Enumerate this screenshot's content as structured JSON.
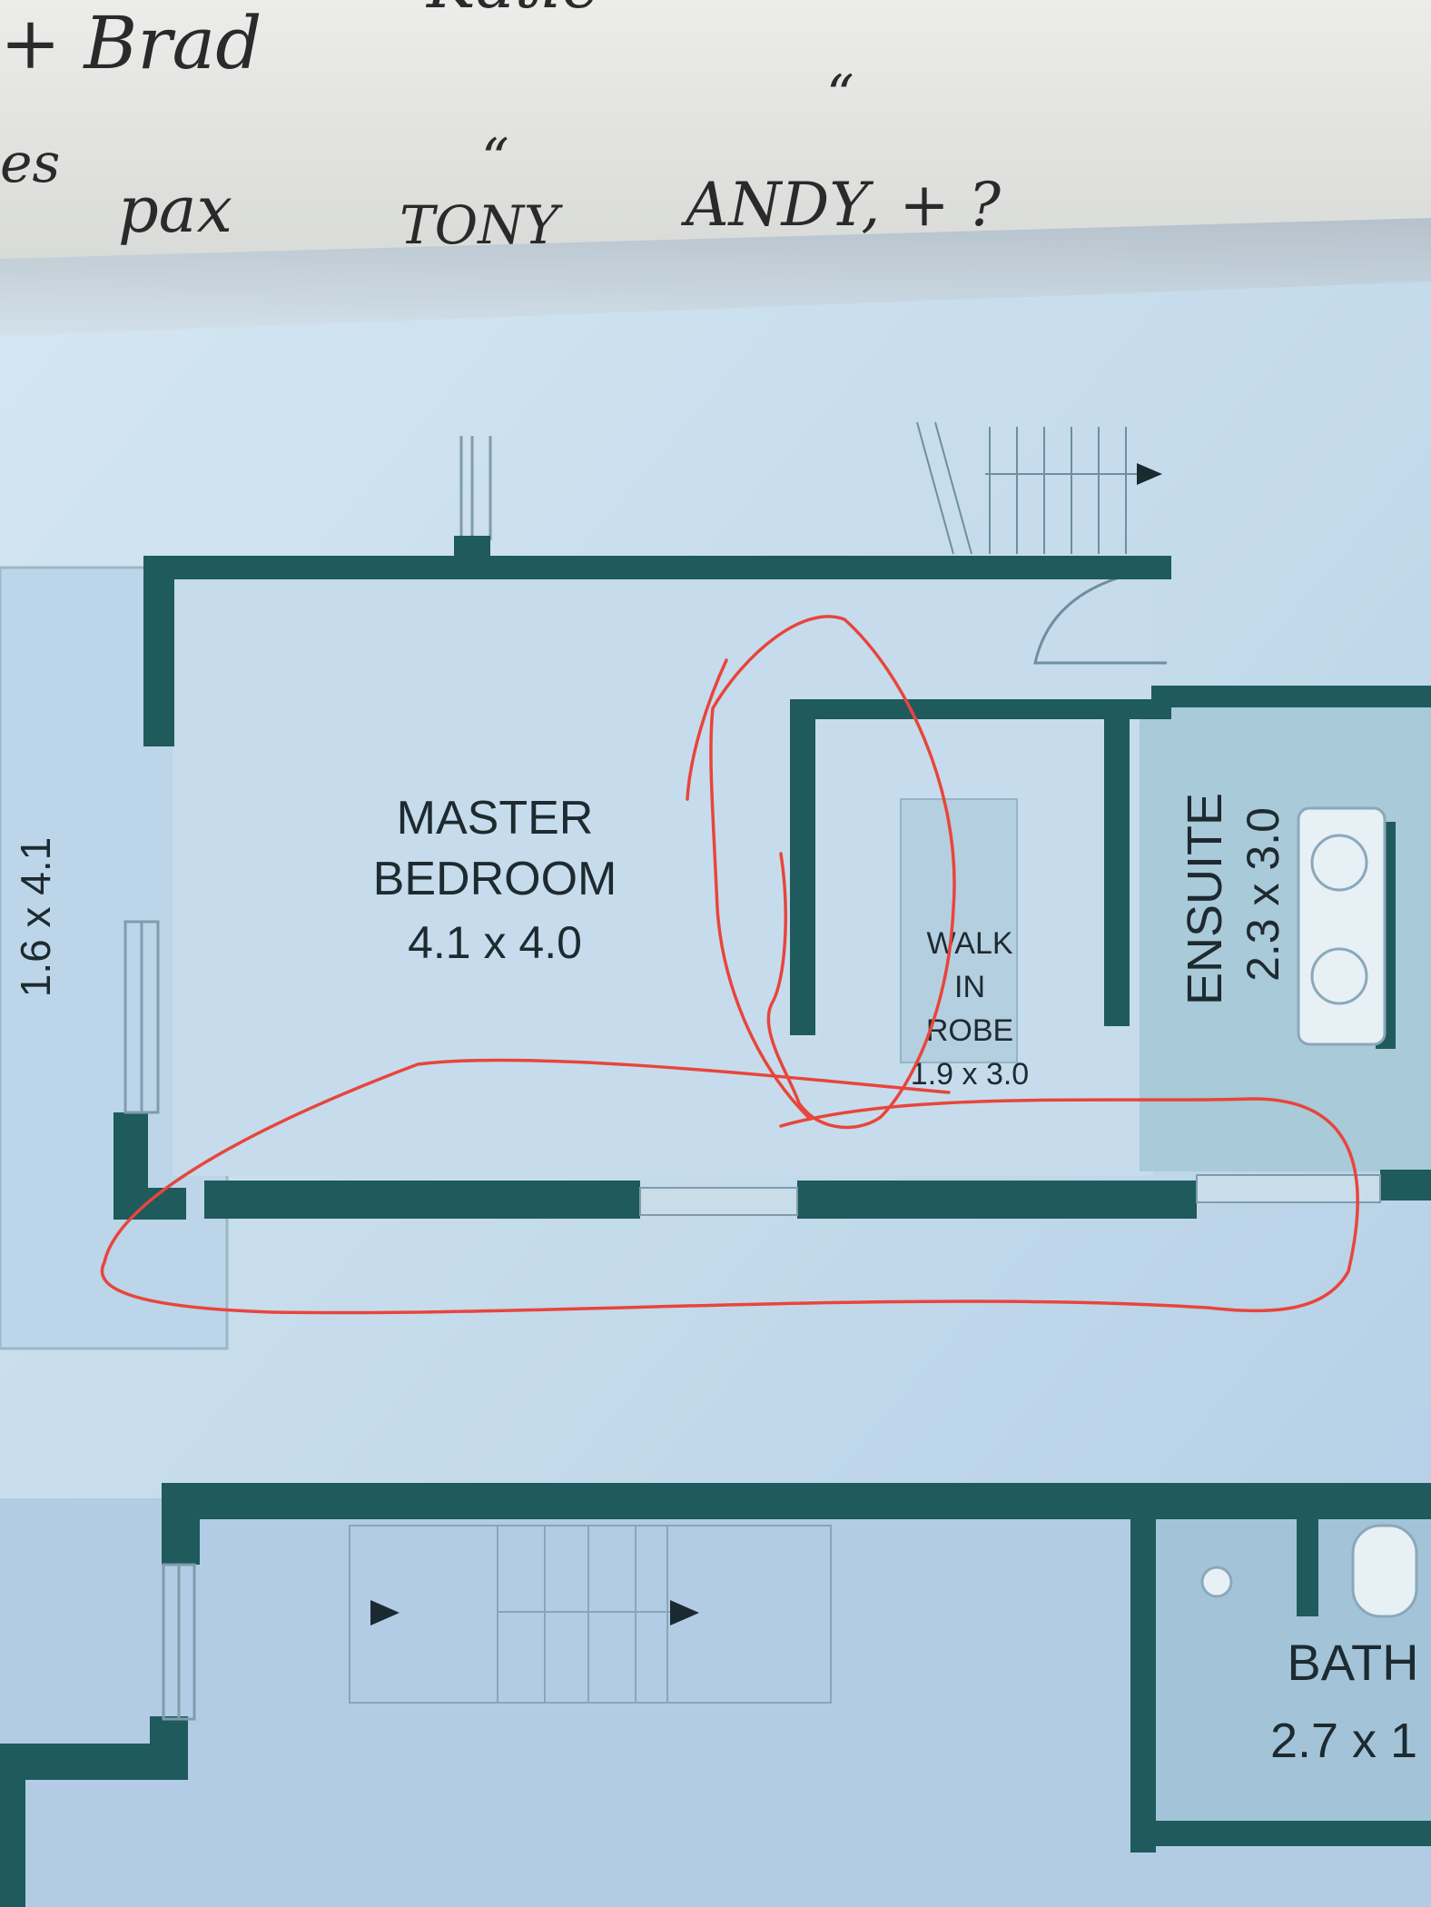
{
  "handwritten_note": {
    "line1_a": "+ Brad",
    "line1_b": "Katie",
    "line2_a": "es",
    "line2_b": "“",
    "line2_c": "“",
    "line3_a": "pax",
    "line3_b": "TONY",
    "line3_c": "ANDY, + ?"
  },
  "floor_plan": {
    "left_room": {
      "dims": "1.6 x 4.1"
    },
    "master_bedroom": {
      "name_line1": "MASTER",
      "name_line2": "BEDROOM",
      "dims": "4.1 x 4.0"
    },
    "walk_in_robe": {
      "name_line1": "WALK",
      "name_line2": "IN",
      "name_line3": "ROBE",
      "dims": "1.9 x 3.0"
    },
    "ensuite": {
      "name": "ENSUITE",
      "dims": "2.3 x 3.0"
    },
    "bath": {
      "name": "BATH",
      "dims": "2.7 x 1"
    }
  },
  "colors": {
    "paper": "#c4dcec",
    "wall": "#1f5a5c",
    "wet_area": "#a4c8d6",
    "annotation": "#e8453c",
    "note_paper": "#e6e6e0"
  }
}
